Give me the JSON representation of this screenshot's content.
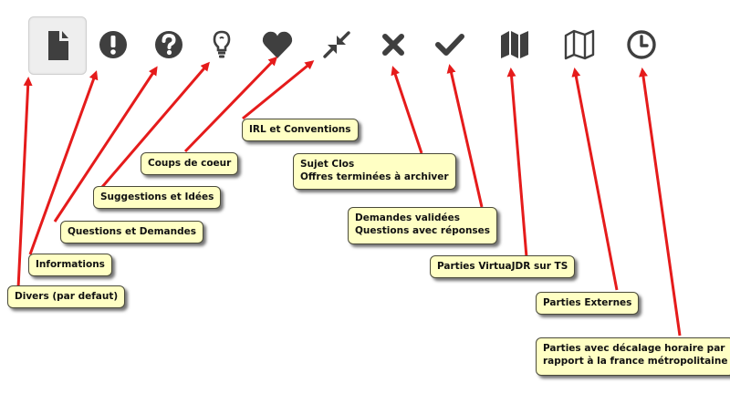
{
  "colors": {
    "icon": "#3f3f3f",
    "arrow": "#e51b1b",
    "label_bg": "#ffffc4",
    "label_border": "#4a4a3a"
  },
  "icons": [
    {
      "name": "file-icon",
      "selected": true
    },
    {
      "name": "exclamation-icon"
    },
    {
      "name": "question-icon"
    },
    {
      "name": "lightbulb-icon"
    },
    {
      "name": "heart-icon"
    },
    {
      "name": "compress-icon"
    },
    {
      "name": "close-icon"
    },
    {
      "name": "check-icon"
    },
    {
      "name": "map-filled-icon"
    },
    {
      "name": "map-outline-icon"
    },
    {
      "name": "clock-icon"
    }
  ],
  "labels": [
    {
      "lines": [
        "Divers (par defaut)"
      ]
    },
    {
      "lines": [
        "Informations"
      ]
    },
    {
      "lines": [
        "Questions et Demandes"
      ]
    },
    {
      "lines": [
        "Suggestions et Idées"
      ]
    },
    {
      "lines": [
        "Coups de coeur"
      ]
    },
    {
      "lines": [
        "IRL et Conventions"
      ]
    },
    {
      "lines": [
        "Sujet Clos",
        "Offres terminées à archiver"
      ]
    },
    {
      "lines": [
        "Demandes validées",
        "Questions avec réponses"
      ]
    },
    {
      "lines": [
        "Parties VirtuaJDR sur TS"
      ]
    },
    {
      "lines": [
        "Parties Externes"
      ]
    },
    {
      "lines": [
        "Parties avec décalage horaire par",
        "rapport à la france métropolitaine"
      ]
    }
  ]
}
